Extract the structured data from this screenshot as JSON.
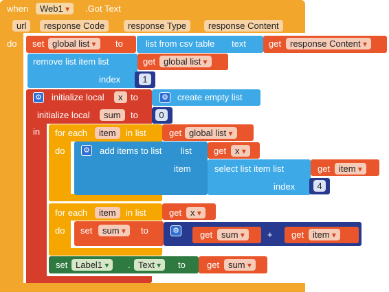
{
  "event": {
    "when": "when",
    "component": "Web1",
    "event_name": ".Got Text",
    "params": [
      "url",
      "response Code",
      "response Type",
      "response Content"
    ],
    "do": "do"
  },
  "set_global": {
    "set": "set",
    "var": "global list",
    "to": "to",
    "from_csv": "list from csv table",
    "text": "text",
    "get": "get",
    "get_var": "response Content"
  },
  "remove": {
    "label": "remove list item  list",
    "get": "get",
    "get_var": "global list",
    "index_label": "index",
    "index_val": "1"
  },
  "init_x": {
    "label": "initialize local",
    "var": "x",
    "to": "to",
    "create": "create empty list"
  },
  "init_sum": {
    "label": "initialize local",
    "var": "sum",
    "to": "to",
    "val": "0"
  },
  "in_label": "in",
  "foreach1": {
    "label": "for each",
    "var": "item",
    "in_list": "in list",
    "do": "do",
    "get": "get",
    "get_var": "global list"
  },
  "add_items": {
    "label": "add items to list",
    "list_label": "list",
    "get": "get",
    "get_var": "x",
    "item_label": "item",
    "select": "select list item  list",
    "get2": "get",
    "get2_var": "item",
    "index_label": "index",
    "index_val": "4"
  },
  "foreach2": {
    "label": "for each",
    "var": "item",
    "in_list": "in list",
    "do": "do",
    "get": "get",
    "get_var": "x"
  },
  "set_sum": {
    "set": "set",
    "var": "sum",
    "to": "to",
    "get": "get",
    "get_var": "sum",
    "plus": "+",
    "get2": "get",
    "get2_var": "item"
  },
  "set_label": {
    "set": "set",
    "component": "Label1",
    "dot": ".",
    "prop": "Text",
    "to": "to",
    "get": "get",
    "get_var": "sum"
  },
  "icons": {
    "mutator": "gear-icon",
    "dropdown": "chevron-down-icon"
  }
}
